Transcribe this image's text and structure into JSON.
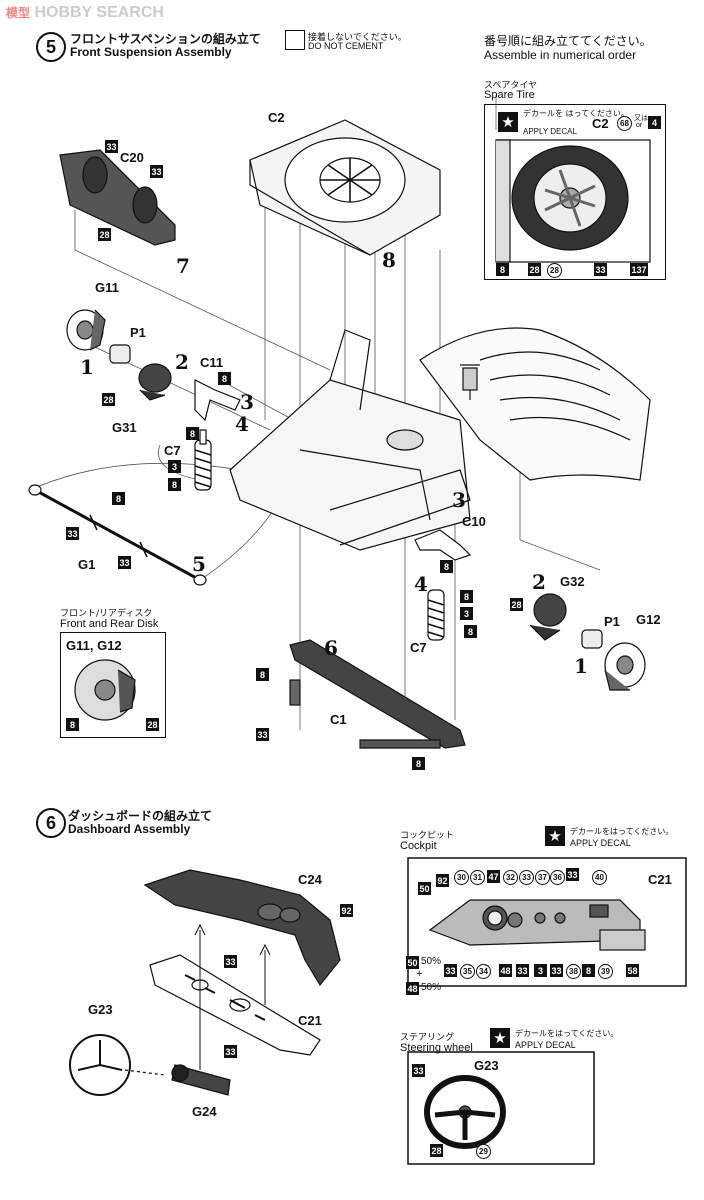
{
  "watermark": {
    "cn": "模型",
    "text": "HOBBY SEARCH"
  },
  "step5": {
    "number": "5",
    "title_jp": "フロントサスペンションの組み立て",
    "title_en": "Front Suspension Assembly",
    "cement_jp": "接着しないでください。",
    "cement_en": "DO NOT CEMENT",
    "order_jp": "番号順に組み立ててください。",
    "order_en": "Assemble in numerical order",
    "spare_jp": "スペアタイヤ",
    "spare_en": "Spare Tire",
    "decal_jp": "デカールを はってください。",
    "decal_en": "APPLY DECAL",
    "spare_decal_part": "C2",
    "spare_decal_num": "68",
    "or_jp": "又は",
    "or_en": "or",
    "spare_decal_alt": "4",
    "spare_nums": [
      "8",
      "28",
      "28",
      "33",
      "137"
    ],
    "disk_jp": "フロント/リアディスク",
    "disk_en": "Front and Rear Disk",
    "disk_parts": "G11, G12",
    "disk_nums": [
      "8",
      "28"
    ],
    "parts": [
      "C2",
      "C20",
      "G11",
      "P1",
      "C11",
      "G31",
      "C7",
      "G1",
      "C10",
      "G32",
      "G12",
      "P1",
      "C7",
      "C1"
    ],
    "steps": [
      "1",
      "2",
      "3",
      "4",
      "5",
      "6",
      "7",
      "8",
      "1",
      "2",
      "3",
      "4"
    ],
    "paint_nums": [
      "33",
      "33",
      "28",
      "8",
      "28",
      "8",
      "3",
      "8",
      "8",
      "33",
      "33",
      "28",
      "8",
      "8",
      "3",
      "8",
      "8",
      "8",
      "33",
      "8"
    ]
  },
  "step6": {
    "number": "6",
    "title_jp": "ダッシュボードの組み立て",
    "title_en": "Dashboard Assembly",
    "parts": [
      "C24",
      "C21",
      "G23",
      "G24"
    ],
    "paint_nums": [
      "92",
      "33",
      "33"
    ],
    "cockpit_jp": "コックピット",
    "cockpit_en": "Cockpit",
    "cockpit_decal_jp": "デカールをはってください。",
    "cockpit_decal_en": "APPLY DECAL",
    "cockpit_part": "C21",
    "cockpit_top_nums": [
      "50",
      "92",
      "30",
      "31",
      "47",
      "32",
      "33",
      "37",
      "36",
      "33",
      "40"
    ],
    "cockpit_bottom_nums": [
      "33",
      "35",
      "34",
      "48",
      "33",
      "3",
      "33",
      "38",
      "8",
      "39",
      "58"
    ],
    "mix_a": "50",
    "mix_a_pct": "50%",
    "mix_plus": "+",
    "mix_b": "48",
    "mix_b_pct": "50%",
    "steer_jp": "ステアリング",
    "steer_en": "Steering wheel",
    "steer_decal_jp": "デカールをはってください。",
    "steer_decal_en": "APPLY DECAL",
    "steer_part": "G23",
    "steer_nums": [
      "33",
      "28",
      "29"
    ]
  }
}
